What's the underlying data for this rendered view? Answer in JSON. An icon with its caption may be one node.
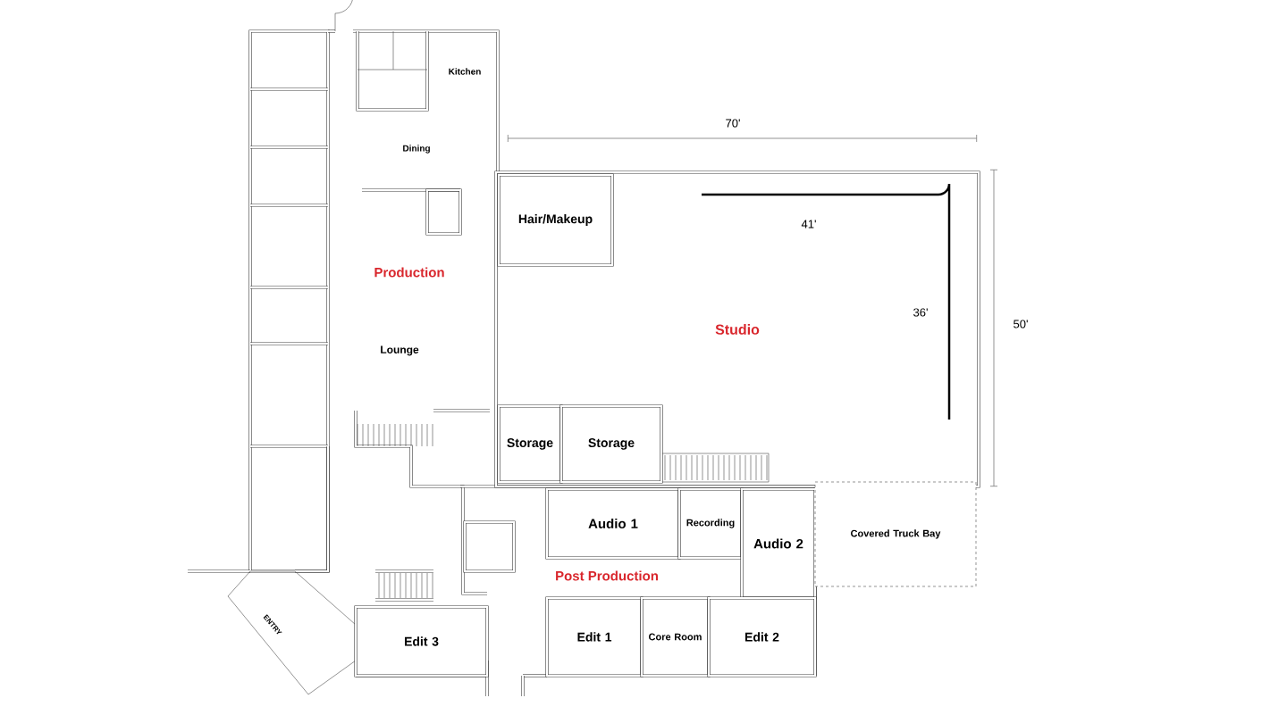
{
  "diagram": {
    "nodes": [
      {
        "text": [
          "Studio"
        ]
      },
      {
        "text": [
          "Hair/Makeup"
        ],
        "in": 0
      },
      {
        "text": [
          "Storage"
        ],
        "in": 0
      },
      {
        "text": [
          "Storage"
        ],
        "in": 0
      },
      {
        "text": [
          "Audio 1"
        ]
      },
      {
        "text": [
          "Recording"
        ]
      },
      {
        "text": [
          "Audio 2"
        ]
      },
      {
        "text": [
          "Covered Truck Bay"
        ]
      },
      {
        "text": [
          "Edit 3"
        ]
      },
      {
        "text": [
          "Edit 1"
        ]
      },
      {
        "text": [
          "Core Room"
        ]
      },
      {
        "text": [
          "Edit 2"
        ]
      }
    ],
    "labels": [
      "Kitchen",
      "70'",
      "Dining",
      "41'",
      "Production",
      "36'",
      "50'",
      "Lounge",
      "Post Production",
      "ENTRY"
    ]
  }
}
